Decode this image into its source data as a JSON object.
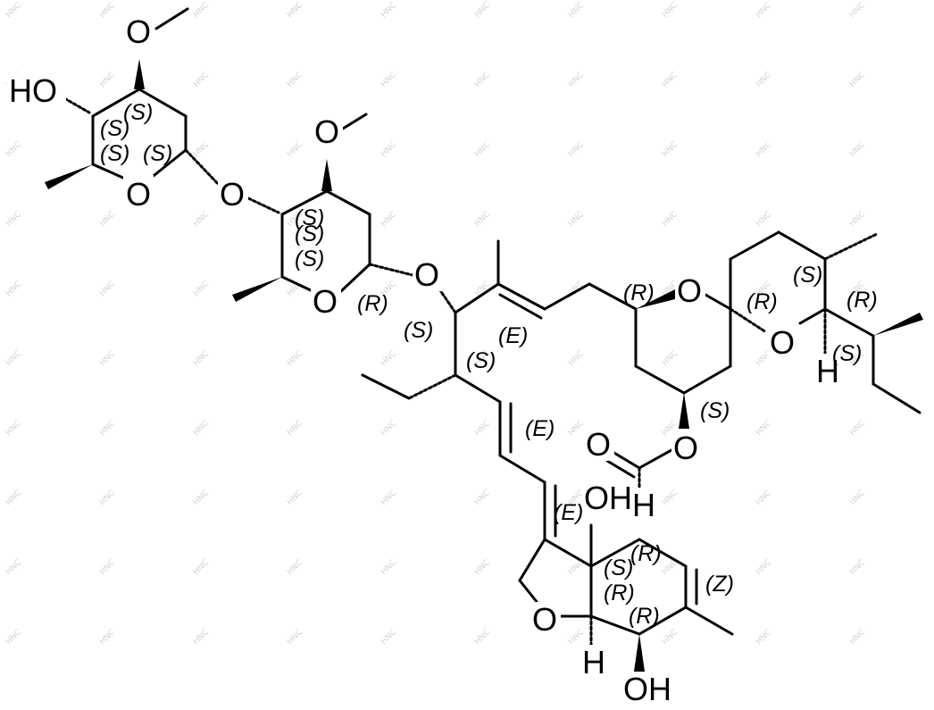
{
  "atom_labels": {
    "o_methoxy_top": "O",
    "oh_top": "HO",
    "o_ring1": "O",
    "o_glyco_1": "O",
    "o_methoxy_2": "O",
    "o_ring2": "O",
    "o_glyco_2": "O",
    "o_spiro_a": "O",
    "o_spiro_b": "O",
    "h_spiro": "H",
    "o_ester_carbonyl": "O",
    "o_ester": "O",
    "oh_mid": "OH",
    "h_mid": "H",
    "o_furan": "O",
    "h_furan": "H",
    "oh_bottom": "OH"
  },
  "stereo_descriptors": {
    "s_ring1_c4": "(S)",
    "s_ring1_c3": "(S)",
    "s_ring1_c5": "(S)",
    "s_ring1_c1": "(S)",
    "s_ring2_c3": "(S)",
    "s_ring2_c4": "(S)",
    "s_ring2_c5": "(S)",
    "r_ring2_c1": "(R)",
    "s_c13": "(S)",
    "e_alkene1": "(E)",
    "s_c12": "(S)",
    "e_alkene2": "(E)",
    "r_spiro_c19": "(R)",
    "r_spiro_c21": "(R)",
    "s_spiro_c24": "(S)",
    "r_spiro_c25": "(R)",
    "s_spiro_c26": "(S)",
    "s_c7_ester": "(S)",
    "e_alkene3": "(E)",
    "r_c2": "(R)",
    "s_c7": "(S)",
    "r_c6": "(R)",
    "r_c5": "(R)",
    "z_alkene": "(Z)"
  },
  "watermark_text": "HNC"
}
